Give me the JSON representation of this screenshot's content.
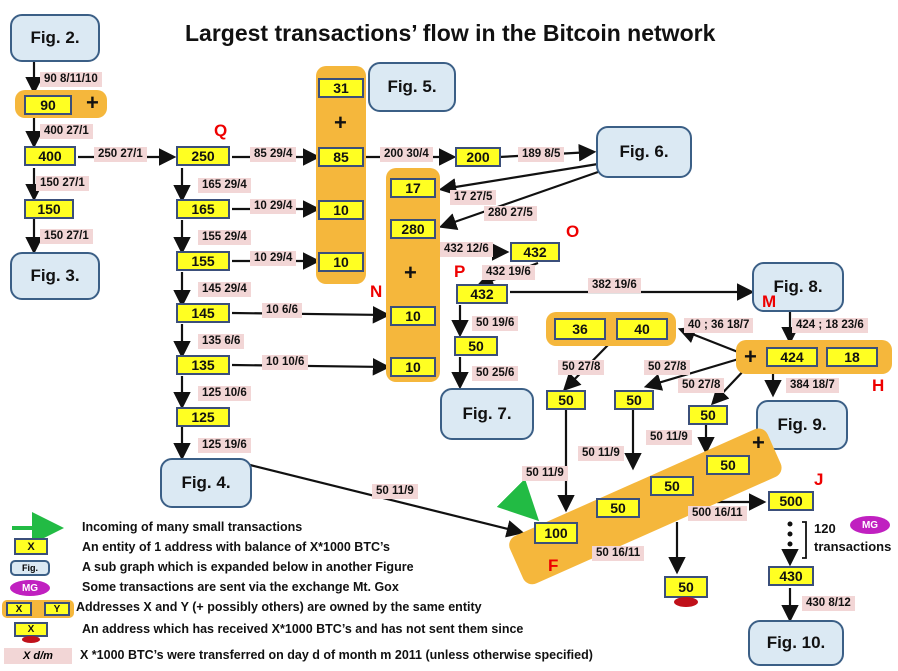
{
  "title": "Largest transactions’ flow in the Bitcoin network",
  "figs": {
    "f2": "Fig. 2.",
    "f3": "Fig. 3.",
    "f4": "Fig. 4.",
    "f5": "Fig. 5.",
    "f6": "Fig. 6.",
    "f7": "Fig. 7.",
    "f8": "Fig. 8.",
    "f9": "Fig. 9.",
    "f10": "Fig. 10."
  },
  "boxes": {
    "b90": "90",
    "b400": "400",
    "b150": "150",
    "b250": "250",
    "b165": "165",
    "b155": "155",
    "b145": "145",
    "b135": "135",
    "b125": "125",
    "b31": "31",
    "b85": "85",
    "b10a": "10",
    "b10b": "10",
    "b200": "200",
    "b17": "17",
    "b280": "280",
    "b10c": "10",
    "b10d": "10",
    "b432o": "432",
    "b432p": "432",
    "b50p": "50",
    "b36": "36",
    "b40": "40",
    "b424": "424",
    "b18": "18",
    "b50a": "50",
    "b50b": "50",
    "b50c": "50",
    "b100": "100",
    "b50f1": "50",
    "b50f2": "50",
    "b50f3": "50",
    "b500": "500",
    "b430": "430",
    "b50s": "50"
  },
  "plus": "+",
  "labels": {
    "l1": "90  8/11/10",
    "l2": "400  27/1",
    "l3": "150  27/1",
    "l4": "150  27/1",
    "l5": "250  27/1",
    "l6": "85  29/4",
    "l7": "165  29/4",
    "l8": "10  29/4",
    "l9": "155  29/4",
    "l10": "10  29/4",
    "l11": "145  29/4",
    "l12": "10  6/6",
    "l13": "135  6/6",
    "l14": "10  10/6",
    "l15": "125  10/6",
    "l16": "125  19/6",
    "l17": "200  30/4",
    "l18": "189  8/5",
    "l19": "17  27/5",
    "l20": "280  27/5",
    "l21": "432  12/6",
    "l22": "432  19/6",
    "l23": "382  19/6",
    "l24": "50  19/6",
    "l25": "50  25/6",
    "l26": "40 ; 36 18/7",
    "l27": "424 ; 18  23/6",
    "l28": "50  27/8",
    "l29": "50  27/8",
    "l30": "50 27/8",
    "l31": "384  18/7",
    "l32": "50 11/9",
    "l33": "50  11/9",
    "l34": "50  11/9",
    "l35": "50  11/9",
    "l36": "500  16/11",
    "l37": "50  16/11",
    "l38": "430  8/12"
  },
  "letters": {
    "Q": "Q",
    "O": "O",
    "N": "N",
    "P": "P",
    "M": "M",
    "H": "H",
    "J": "J",
    "F": "F"
  },
  "mg_text": "MG",
  "side_note": "120\ntransactions",
  "legend": [
    {
      "text": "Incoming of many small transactions"
    },
    {
      "icon_text": "X",
      "text": "An entity of 1 address with balance of X*1000 BTC’s"
    },
    {
      "icon_text": "Fig.",
      "text": "A sub graph which is expanded below in another Figure"
    },
    {
      "icon_text": "MG",
      "text": "Some transactions are sent via the exchange Mt. Gox"
    },
    {
      "icon_text": "X",
      "icon_text2": "Y",
      "text": "Addresses X and Y (+ possibly others) are owned by the same entity"
    },
    {
      "icon_text": "X",
      "text": "An address which has received X*1000 BTC’s and has not sent them since"
    },
    {
      "icon_text": "X d/m",
      "text": "X *1000 BTC’s were transferred on day d of month m 2011 (unless otherwise specified)"
    }
  ],
  "colors": {
    "box": "#ffff22",
    "group": "#f5b73c",
    "fig": "#dbe9f3",
    "label": "#f2d6d6",
    "accent_red": "#e00000",
    "arrow_green": "#22bb44",
    "mg": "#c020c0"
  }
}
